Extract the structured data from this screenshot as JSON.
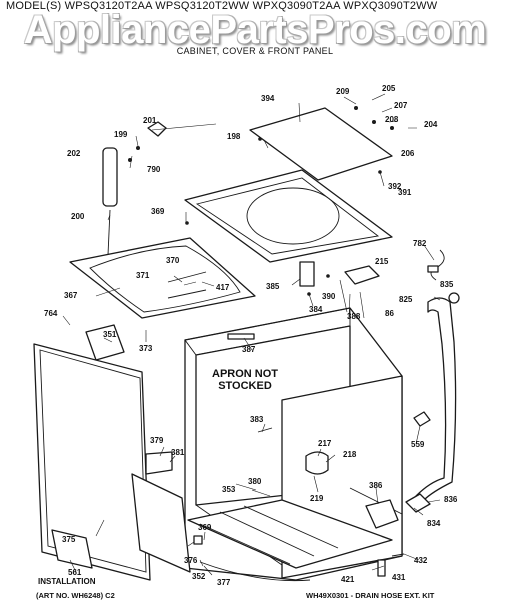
{
  "header": {
    "model_line": "MODEL(S) WPSQ3120T2AA  WPSQ3120T2WW  WPXQ3090T2AA  WPXQ3090T2WW",
    "section_title": "CABINET, COVER & FRONT PANEL",
    "watermark": "AppliancePartsPros.com"
  },
  "callouts": {
    "c394": "394",
    "c209": "209",
    "c205": "205",
    "c207": "207",
    "c208": "208",
    "c204": "204",
    "c206": "206",
    "c201": "201",
    "c199": "199",
    "c198": "198",
    "c202": "202",
    "c790": "790",
    "c392": "392",
    "c391": "391",
    "c200": "200",
    "c369a": "369",
    "c782": "782",
    "c215": "215",
    "c370": "370",
    "c371": "371",
    "c417": "417",
    "c385": "385",
    "c390": "390",
    "c835": "835",
    "c825": "825",
    "c367": "367",
    "c384": "384",
    "c388": "388",
    "c86": "86",
    "c764": "764",
    "c351": "351",
    "c373": "373",
    "c387": "387",
    "c383": "383",
    "c559": "559",
    "c379": "379",
    "c381": "381",
    "c217": "217",
    "c218": "218",
    "c380": "380",
    "c353": "353",
    "c219": "219",
    "c386": "386",
    "c836": "836",
    "c834": "834",
    "c375": "375",
    "c369b": "369",
    "c376": "376",
    "c432": "432",
    "c352": "352",
    "c377": "377",
    "c421": "421",
    "c431": "431",
    "c561": "561"
  },
  "notes": {
    "apron": "APRON NOT STOCKED",
    "installation": "INSTALLATION",
    "art_no": "(ART NO. WH6248) C2",
    "drain_kit": "WH49X0301 - DRAIN HOSE EXT. KIT"
  }
}
